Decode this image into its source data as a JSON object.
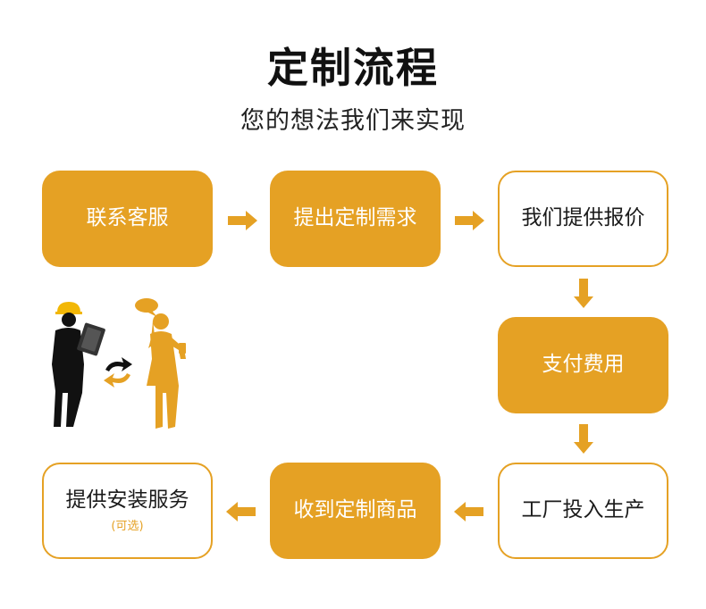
{
  "title": "定制流程",
  "subtitle": "您的想法我们来实现",
  "steps": [
    {
      "label": "联系客服"
    },
    {
      "label": "提出定制需求"
    },
    {
      "label": "我们提供报价"
    },
    {
      "label": "支付费用"
    },
    {
      "label": "工厂投入生产"
    },
    {
      "label": "收到定制商品"
    },
    {
      "label": "提供安装服务",
      "note": "(可选)"
    }
  ],
  "colors": {
    "accent": "#e5a124",
    "dark": "#111111"
  }
}
